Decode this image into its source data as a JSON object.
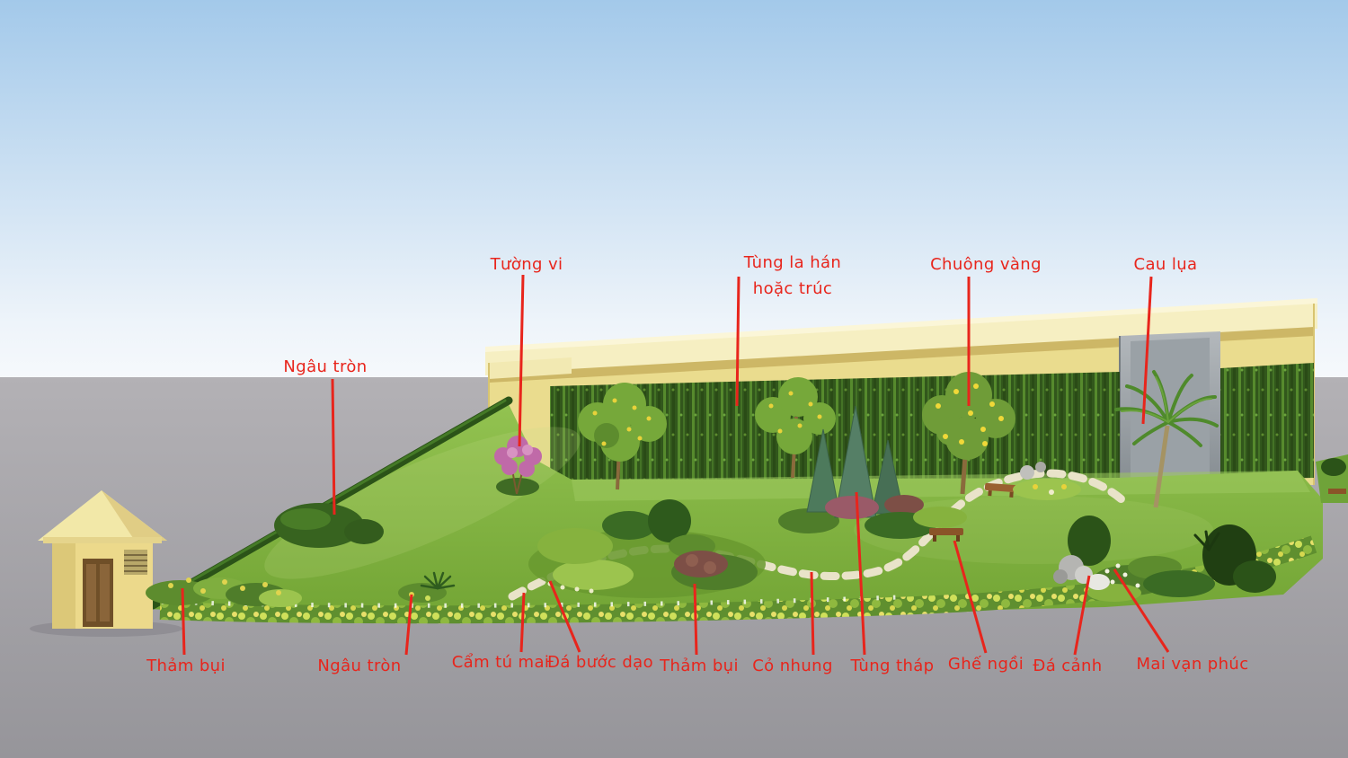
{
  "title": "Annotated garden landscape 3D rendering",
  "colors": {
    "label_red": "#e8251c",
    "sky_top": "#a3c9ea",
    "grass_green": "#86ba45",
    "building_yellow": "#eadc8e",
    "ground_gray": "#a2a1a5"
  },
  "labels": {
    "tuong_vi": "Tường vi",
    "tung_la_han": "Tùng la hán",
    "tung_la_han_2": "hoặc trúc",
    "chuong_vang": "Chuông vàng",
    "cau_lua": "Cau lụa",
    "ngau_tron_upper": "Ngâu tròn",
    "tham_bui_left": "Thảm bụi",
    "ngau_tron_lower": "Ngâu tròn",
    "cam_tu_mai": "Cẩm tú mai",
    "da_buoc_dao": "Đá bước dạo",
    "tham_bui_mid": "Thảm bụi",
    "co_nhung": "Cỏ nhung",
    "tung_thap": "Tùng tháp",
    "ghe_ngoi": "Ghế ngồi",
    "da_canh": "Đá cảnh",
    "mai_van_phuc": "Mai vạn phúc"
  }
}
